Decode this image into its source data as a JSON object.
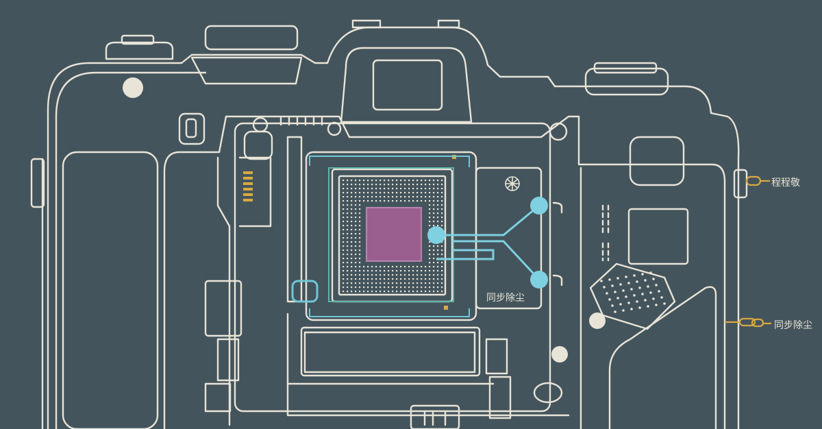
{
  "labels": {
    "program_label": "程程敬",
    "dust_right": "同步除尘",
    "dust_inner": "同步除尘"
  },
  "colors": {
    "background": "#44545c",
    "outline": "#e8e4d8",
    "sensor": "#9a5f8c",
    "callout": "#7fd0e0",
    "accent": "#d9a941"
  }
}
